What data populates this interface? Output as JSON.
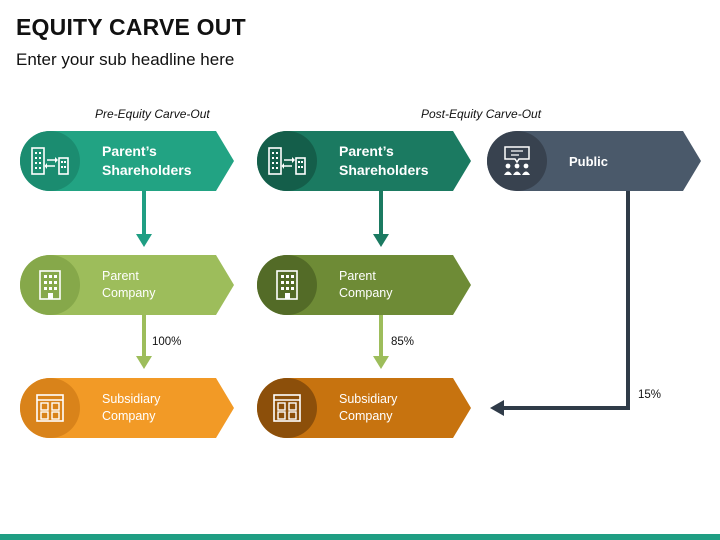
{
  "header": {
    "title": "EQUITY CARVE OUT",
    "subtitle": "Enter your sub headline here"
  },
  "sections": {
    "pre": "Pre-Equity Carve-Out",
    "post": "Post-Equity Carve-Out"
  },
  "nodes": {
    "pre_shareholders": {
      "line1": "Parent’s",
      "line2": "Shareholders",
      "color": "#22a383",
      "circle": "#1b8c70",
      "icon": "buildings-transfer-icon"
    },
    "pre_parent": {
      "line1": "Parent",
      "line2": "Company",
      "color": "#9dbd5b",
      "circle": "#86a84a",
      "icon": "building-icon"
    },
    "pre_subsidiary": {
      "line1": "Subsidiary",
      "line2": "Company",
      "color": "#f29a26",
      "circle": "#d9831a",
      "icon": "storefront-icon"
    },
    "post_shareholders": {
      "line1": "Parent’s",
      "line2": "Shareholders",
      "color": "#1b7a61",
      "circle": "#145e4a",
      "icon": "buildings-transfer-icon"
    },
    "post_parent": {
      "line1": "Parent",
      "line2": "Company",
      "color": "#6e8b36",
      "circle": "#536b27",
      "icon": "building-icon"
    },
    "post_subsidiary": {
      "line1": "Subsidiary",
      "line2": "Company",
      "color": "#c7730f",
      "circle": "#8c4f0a",
      "icon": "storefront-icon"
    },
    "public": {
      "line1": "Public",
      "color": "#4a596a",
      "circle": "#38424f",
      "icon": "public-audience-icon"
    }
  },
  "percentages": {
    "pre_parent_to_sub": "100%",
    "post_parent_to_sub": "85%",
    "public_to_sub": "15%"
  },
  "colors": {
    "arrow_teal": "#1f9e83",
    "arrow_green": "#9dbd5b",
    "arrow_dark": "#2f3b48",
    "footer_bar": "#1f9e83"
  }
}
